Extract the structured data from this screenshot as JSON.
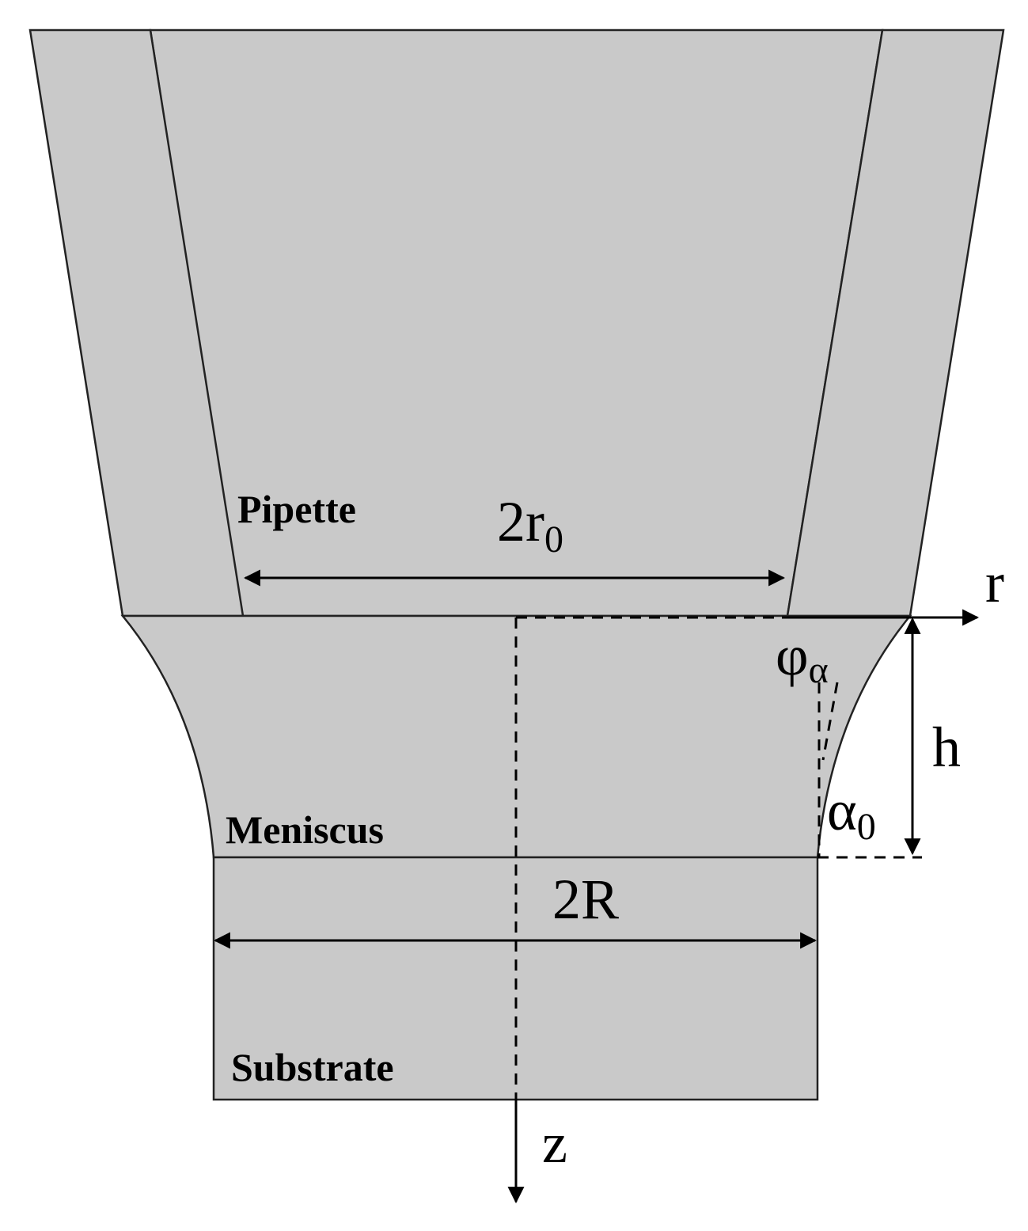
{
  "labels": {
    "pipette": "Pipette",
    "meniscus": "Meniscus",
    "substrate": "Substrate",
    "tip_diameter_main": "2r",
    "tip_diameter_sub": "0",
    "base_diameter": "2R",
    "height": "h",
    "axis_r": "r",
    "axis_z": "z",
    "phi_main": "φ",
    "phi_sub": "α",
    "alpha_main": "α",
    "alpha_sub": "0"
  },
  "colors": {
    "fill": "#c9c9c9",
    "stroke": "#222222",
    "background": "#ffffff"
  }
}
